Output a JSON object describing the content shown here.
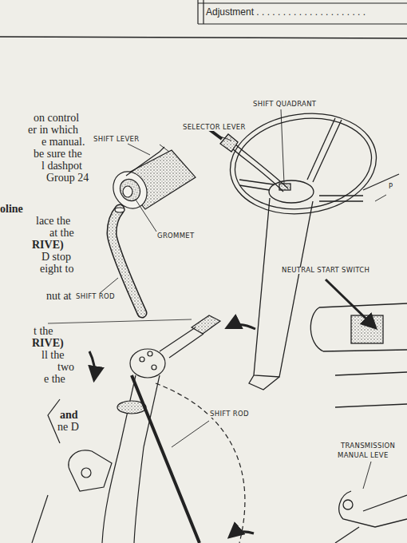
{
  "diagram": {
    "labels": [
      "Adjustment . . . . . . . . . . . . . . . . . . . . .",
      "on control",
      "er in which",
      "e manual.",
      "be sure the",
      "l dashpot",
      "Group 24",
      "oline",
      "lace the",
      "at the",
      "RIVE)",
      "D stop",
      "eight to",
      "nut at",
      "t the",
      "RIVE)",
      "ll the",
      "two",
      "e the",
      "and",
      "ne D",
      "SHIFT QUADRANT",
      "SELECTOR LEVER",
      "SHIFT LEVER",
      "GROMMET",
      "SHIFT ROD",
      "NEUTRAL START SWITCH",
      "P",
      "SHIFT ROD",
      "TRANSMISSION",
      "MANUAL LEVE"
    ]
  }
}
